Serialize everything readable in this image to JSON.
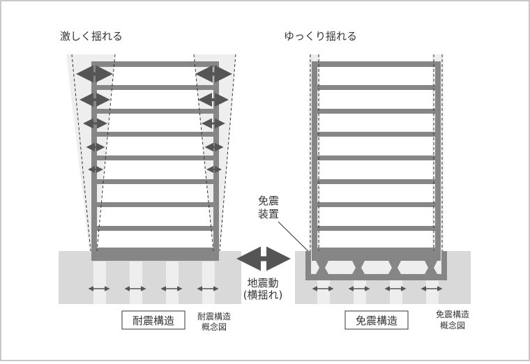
{
  "left": {
    "motion_label": "激しく揺れる",
    "name_label": "耐震構造",
    "concept_line1": "耐震構造",
    "concept_line2": "概念図"
  },
  "right": {
    "motion_label": "ゆっくり揺れる",
    "name_label": "免震構造",
    "concept_line1": "免震構造",
    "concept_line2": "概念図"
  },
  "device_label_line1": "免震",
  "device_label_line2": "装置",
  "quake_label_line1": "地震動",
  "quake_label_line2": "(横揺れ)",
  "colors": {
    "frame": "#868686",
    "ground": "#d9d9d9",
    "pile": "#eeeeee",
    "arrow": "#555555",
    "border": "#b5b5b5"
  }
}
